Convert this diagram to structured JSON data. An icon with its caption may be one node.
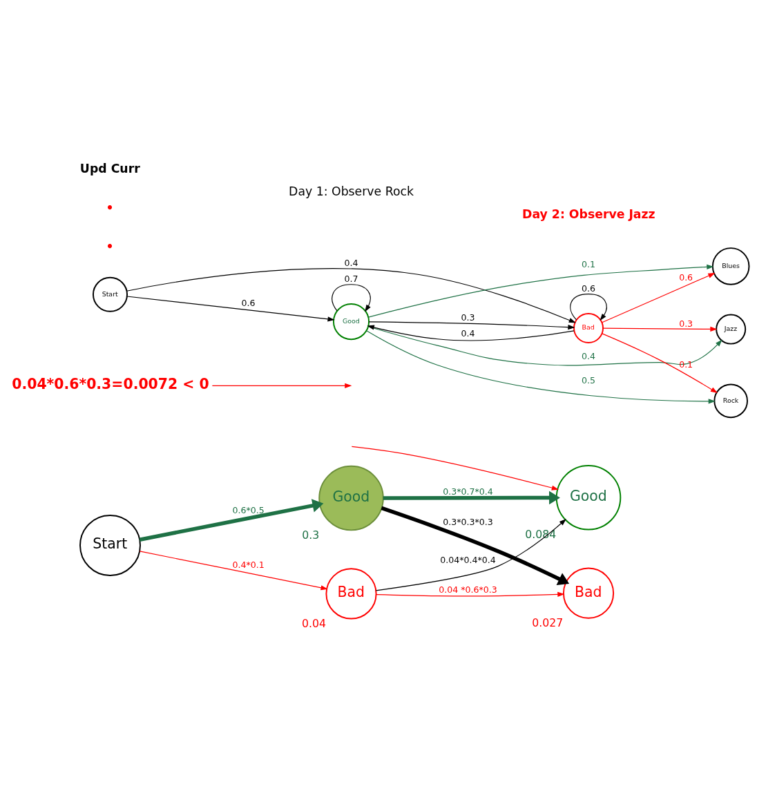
{
  "diagram": {
    "nodes": [
      {
        "text": [
          "Start"
        ]
      },
      {
        "text": [
          "Good"
        ],
        "beside": [
          "0.3"
        ]
      },
      {
        "text": [
          "Bad"
        ],
        "beside": [
          "0.04"
        ]
      },
      {
        "text": [
          "Good"
        ],
        "beside": [
          "0.084"
        ]
      },
      {
        "text": [
          "Bad"
        ],
        "beside": [
          "0.027"
        ]
      },
      {
        "text": [
          "0.04*0.6*0.3=0.0072 < 0"
        ]
      },
      {
        "text": [
          "Start"
        ]
      },
      {
        "text": [
          "Good"
        ]
      },
      {
        "text": [
          "Bad"
        ]
      },
      {
        "text": [
          "Blues"
        ]
      },
      {
        "text": [
          "Jazz"
        ]
      },
      {
        "text": [
          "Rock"
        ]
      }
    ],
    "edges": [
      {
        "from": 0,
        "to": 1,
        "arrow": "to",
        "label": "0.6*0.5",
        "style": "thick",
        "color": "#1e7145"
      },
      {
        "from": 0,
        "to": 2,
        "arrow": "to",
        "label": "0.4*0.1",
        "color": "#ff0000"
      },
      {
        "from": 1,
        "to": 3,
        "arrow": "to",
        "label": "0.3*0.7*0.4",
        "style": "thick",
        "color": "#1e7145"
      },
      {
        "from": 1,
        "to": 4,
        "arrow": "to",
        "label": "0.3*0.3*0.3",
        "style": "thick"
      },
      {
        "from": 2,
        "to": 3,
        "arrow": "to",
        "label": "0.04*0.4*0.4"
      },
      {
        "from": 2,
        "to": 4,
        "arrow": "to",
        "label": "0.04 *0.6*0.3",
        "color": "#ff0000"
      },
      {
        "from": null,
        "to": 3,
        "arrow": "to",
        "color": "#ff0000"
      },
      {
        "from": 5,
        "to": null,
        "arrow": "to",
        "color": "#ff0000"
      },
      {
        "from": 6,
        "to": 7,
        "arrow": "to",
        "label": "0.6"
      },
      {
        "from": 6,
        "to": 8,
        "arrow": "to",
        "label": "0.4"
      },
      {
        "from": 7,
        "to": 7,
        "arrow": "to",
        "label": "0.7"
      },
      {
        "from": 8,
        "to": 8,
        "arrow": "to",
        "label": "0.6"
      },
      {
        "from": 7,
        "to": 8,
        "arrow": "to",
        "label": "0.3"
      },
      {
        "from": 8,
        "to": 7,
        "arrow": "to",
        "label": "0.4"
      },
      {
        "from": 7,
        "to": 9,
        "arrow": "to",
        "label": "0.1",
        "color": "#1e7145"
      },
      {
        "from": 7,
        "to": 10,
        "arrow": "to",
        "label": "0.4",
        "color": "#1e7145"
      },
      {
        "from": 7,
        "to": 11,
        "arrow": "to",
        "label": "0.5",
        "color": "#1e7145"
      },
      {
        "from": 8,
        "to": 9,
        "arrow": "to",
        "label": "0.6",
        "color": "#ff0000"
      },
      {
        "from": 8,
        "to": 10,
        "arrow": "to",
        "label": "0.3",
        "color": "#ff0000"
      },
      {
        "from": 8,
        "to": 11,
        "arrow": "to",
        "label": "0.1",
        "color": "#ff0000"
      }
    ],
    "labels": [
      "Day 1: Observe Rock",
      "Day 2: Observe Jazz",
      "•",
      "•",
      "Upd Curr"
    ]
  }
}
